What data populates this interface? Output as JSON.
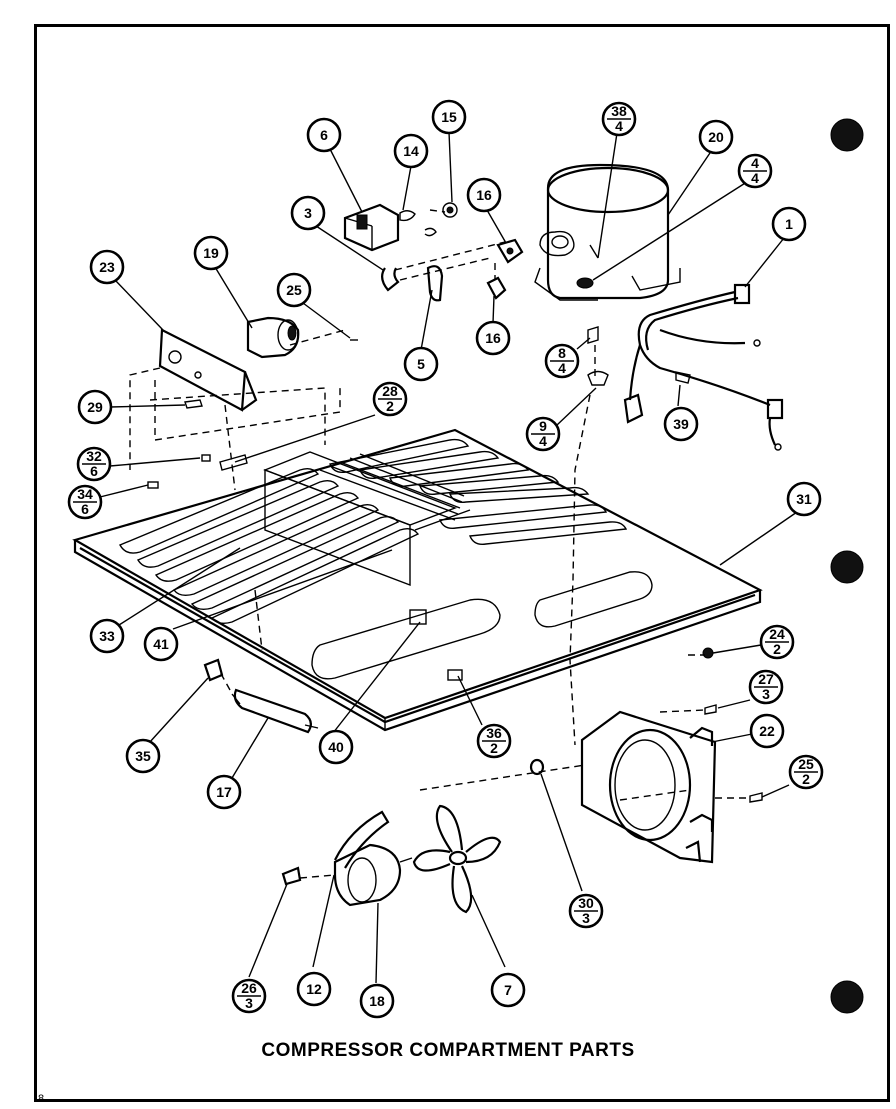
{
  "caption": "COMPRESSOR COMPARTMENT PARTS",
  "page_mark": "8",
  "callouts": [
    {
      "id": "c1",
      "top": "1"
    },
    {
      "id": "c3",
      "top": "3"
    },
    {
      "id": "c5",
      "top": "5"
    },
    {
      "id": "c6",
      "top": "6"
    },
    {
      "id": "c7",
      "top": "7"
    },
    {
      "id": "c12",
      "top": "12"
    },
    {
      "id": "c14",
      "top": "14"
    },
    {
      "id": "c15",
      "top": "15"
    },
    {
      "id": "c16a",
      "top": "16"
    },
    {
      "id": "c16b",
      "top": "16"
    },
    {
      "id": "c17",
      "top": "17"
    },
    {
      "id": "c18",
      "top": "18"
    },
    {
      "id": "c19",
      "top": "19"
    },
    {
      "id": "c20",
      "top": "20"
    },
    {
      "id": "c22",
      "top": "22"
    },
    {
      "id": "c23",
      "top": "23"
    },
    {
      "id": "c25",
      "top": "25"
    },
    {
      "id": "c29",
      "top": "29"
    },
    {
      "id": "c31",
      "top": "31"
    },
    {
      "id": "c33",
      "top": "33"
    },
    {
      "id": "c35",
      "top": "35"
    },
    {
      "id": "c39",
      "top": "39"
    },
    {
      "id": "c40",
      "top": "40"
    },
    {
      "id": "c41",
      "top": "41"
    },
    {
      "id": "c38_4",
      "top": "38",
      "bottom": "4"
    },
    {
      "id": "c4_4",
      "top": "4",
      "bottom": "4"
    },
    {
      "id": "c8_4",
      "top": "8",
      "bottom": "4"
    },
    {
      "id": "c9_4",
      "top": "9",
      "bottom": "4"
    },
    {
      "id": "c28_2",
      "top": "28",
      "bottom": "2"
    },
    {
      "id": "c32_6",
      "top": "32",
      "bottom": "6"
    },
    {
      "id": "c34_6",
      "top": "34",
      "bottom": "6"
    },
    {
      "id": "c24_2",
      "top": "24",
      "bottom": "2"
    },
    {
      "id": "c27_3",
      "top": "27",
      "bottom": "3"
    },
    {
      "id": "c25_2",
      "top": "25",
      "bottom": "2"
    },
    {
      "id": "c36_2",
      "top": "36",
      "bottom": "2"
    },
    {
      "id": "c30_3",
      "top": "30",
      "bottom": "3"
    },
    {
      "id": "c26_3",
      "top": "26",
      "bottom": "3"
    }
  ]
}
